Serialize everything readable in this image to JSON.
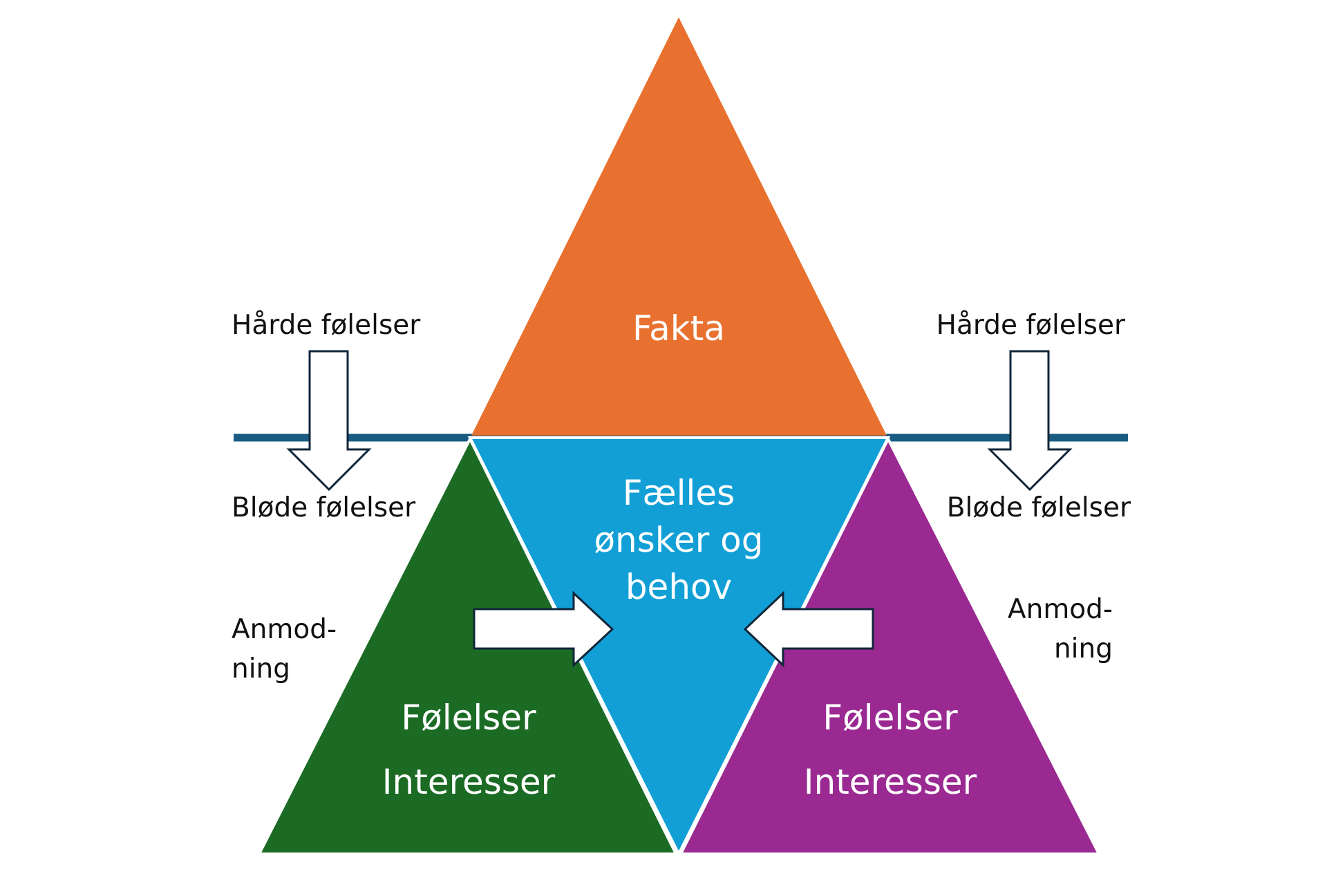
{
  "colors": {
    "fakta": "#e8712f",
    "faelles": "#119fd6",
    "left_triangle": "#1b6b24",
    "right_triangle": "#9a2a92",
    "waterline": "#1a5b82",
    "arrow_outline": "#10263a",
    "arrow_fill": "#ffffff"
  },
  "top_triangle": {
    "label": "Fakta"
  },
  "center_triangle": {
    "line1": "Fælles",
    "line2": "ønsker og",
    "line3": "behov"
  },
  "left_triangle": {
    "line1": "Følelser",
    "line2": "Interesser"
  },
  "right_triangle": {
    "line1": "Følelser",
    "line2": "Interesser"
  },
  "left_side": {
    "hard_label": "Hårde følelser",
    "soft_label": "Bløde følelser",
    "request_line1": "Anmod-",
    "request_line2": "ning"
  },
  "right_side": {
    "hard_label": "Hårde følelser",
    "soft_label": "Bløde følelser",
    "request_line1": "Anmod-",
    "request_line2": "ning"
  },
  "icons": {
    "down_arrow": "down-arrow-icon",
    "right_arrow": "right-arrow-icon",
    "left_arrow": "left-arrow-icon"
  }
}
